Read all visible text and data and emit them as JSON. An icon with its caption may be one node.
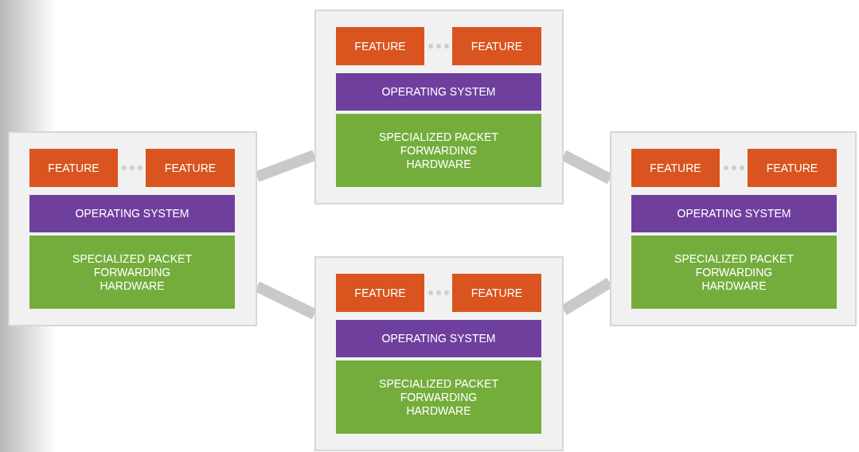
{
  "diagram": {
    "nodes": [
      {
        "text": [],
        "shape": "box"
      },
      {
        "text": [
          "FEATURE"
        ],
        "in": 0
      },
      {
        "text": [
          "FEATURE"
        ],
        "in": 0
      },
      {
        "text": [
          "OPERATING SYSTEM"
        ],
        "in": 0
      },
      {
        "text": [
          "SPECIALIZED PACKET FORWARDING HARDWARE"
        ],
        "in": 0
      },
      {
        "text": [],
        "shape": "box"
      },
      {
        "text": [
          "FEATURE"
        ],
        "in": 5
      },
      {
        "text": [
          "FEATURE"
        ],
        "in": 5
      },
      {
        "text": [
          "OPERATING SYSTEM"
        ],
        "in": 5
      },
      {
        "text": [
          "SPECIALIZED PACKET FORWARDING HARDWARE"
        ],
        "in": 5
      },
      {
        "text": [],
        "shape": "box"
      },
      {
        "text": [
          "FEATURE"
        ],
        "in": 10
      },
      {
        "text": [
          "FEATURE"
        ],
        "in": 10
      },
      {
        "text": [
          "OPERATING SYSTEM"
        ],
        "in": 10
      },
      {
        "text": [
          "SPECIALIZED PACKET FORWARDING HARDWARE"
        ],
        "in": 10
      },
      {
        "text": [],
        "shape": "box"
      },
      {
        "text": [
          "FEATURE"
        ],
        "in": 15
      },
      {
        "text": [
          "FEATURE"
        ],
        "in": 15
      },
      {
        "text": [
          "OPERATING SYSTEM"
        ],
        "in": 15
      },
      {
        "text": [
          "SPECIALIZED PACKET FORWARDING HARDWARE"
        ],
        "in": 15
      }
    ],
    "edges": [
      {
        "from": 0,
        "to": 5,
        "arrow": "none"
      },
      {
        "from": 0,
        "to": 10,
        "arrow": "none"
      },
      {
        "from": 5,
        "to": 15,
        "arrow": "none"
      },
      {
        "from": 10,
        "to": 15,
        "arrow": "none"
      }
    ]
  }
}
